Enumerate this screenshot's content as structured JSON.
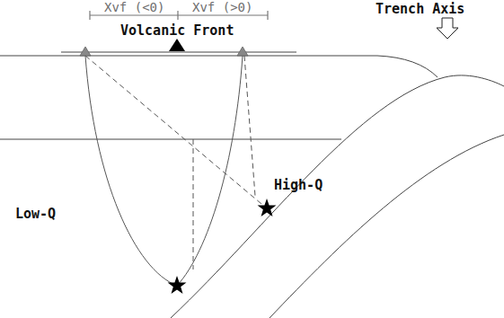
{
  "diagram": {
    "labels": [
      "Xvf (<0)",
      "Xvf (>0)",
      "Volcanic Front",
      "Trench Axis",
      "Low-Q",
      "High-Q"
    ]
  }
}
